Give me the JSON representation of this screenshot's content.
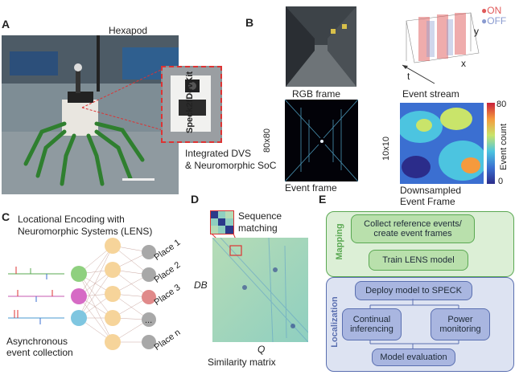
{
  "panels": {
    "a": {
      "letter": "A",
      "hexapod": "Hexapod",
      "devkit": "Speck2fDevKit",
      "caption_line1": "Integrated DVS",
      "caption_line2": "& Neuromorphic SoC"
    },
    "b": {
      "letter": "B",
      "rgb": "RGB frame",
      "event_stream": "Event stream",
      "event_frame": "Event frame",
      "res_80": "80x80",
      "res_10": "10x10",
      "down_line1": "Downsampled",
      "down_line2": "Event Frame",
      "on": "ON",
      "off": "OFF",
      "axis_y": "y",
      "axis_x": "x",
      "axis_t": "t",
      "cbar_title": "Event count",
      "cbar_max": "80",
      "cbar_min": "0",
      "on_color": "#e05a5a",
      "off_color": "#8a9bd0"
    },
    "c": {
      "letter": "C",
      "title_line1": "Locational Encoding with",
      "title_line2": "Neuromorphic Systems (LENS)",
      "async_line1": "Asynchronous",
      "async_line2": "event collection",
      "places": [
        "Place 1",
        "Place 2",
        "Place 3",
        "...",
        "Place n"
      ]
    },
    "d": {
      "letter": "D",
      "seq_line1": "Sequence",
      "seq_line2": "matching",
      "db": "DB",
      "q": "Q",
      "sim": "Similarity matrix"
    },
    "e": {
      "letter": "E",
      "mapping": "Mapping",
      "localization": "Localization",
      "collect_line1": "Collect reference events/",
      "collect_line2": "create event frames",
      "train": "Train LENS model",
      "deploy": "Deploy model to SPECK",
      "cont_line1": "Continual",
      "cont_line2": "inferencing",
      "power_line1": "Power",
      "power_line2": "monitoring",
      "eval": "Model evaluation",
      "mapping_color": "#5aa852",
      "loc_color": "#5a6fb0"
    }
  }
}
